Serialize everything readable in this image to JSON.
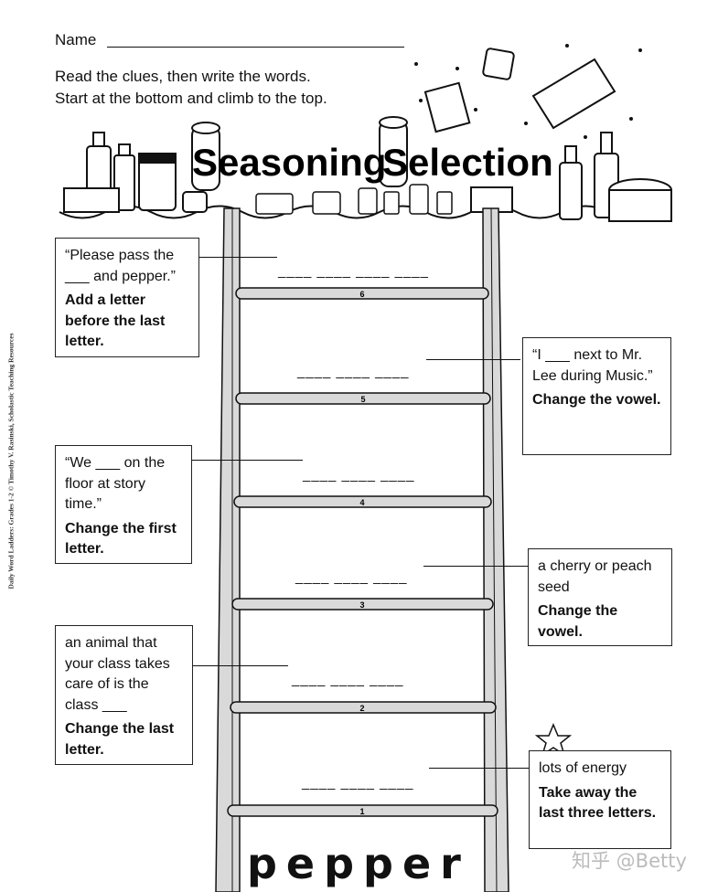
{
  "header": {
    "name_label": "Name",
    "instructions_line1": "Read the clues, then write the words.",
    "instructions_line2": "Start at the bottom and climb to the top.",
    "title_word1": "Seasoning",
    "title_word2": "Selection"
  },
  "side_credit": "Daily Word Ladders: Grades 1-2 © Timothy V. Rasinski, Scholastic Teaching Resources",
  "rungs": [
    "6",
    "5",
    "4",
    "3",
    "2",
    "1"
  ],
  "clues": {
    "c6": {
      "text": "“Please pass the ___ and pepper.”",
      "hint": "Add a letter before the last letter."
    },
    "c5": {
      "text": "“I ___ next to Mr. Lee during Music.”",
      "hint": "Change the vowel."
    },
    "c4": {
      "text": "“We ___ on the floor at story time.”",
      "hint": "Change the first letter."
    },
    "c3": {
      "text": "a cherry or peach seed",
      "hint": "Change the vowel."
    },
    "c2": {
      "text": "an animal that your class takes care of is the class ___",
      "hint": "Change the last letter."
    },
    "c1": {
      "text": "lots of energy",
      "hint": "Take away the last three letters."
    }
  },
  "blanks": {
    "b6": "____ ____ ____ ____",
    "b5": "____ ____ ____",
    "b4": "____ ____ ____",
    "b3": "____ ____ ____",
    "b2": "____ ____ ____",
    "b1": "____ ____ ____"
  },
  "base_word": "pepper",
  "watermark": "知乎 @Betty",
  "colors": {
    "ladder": "#d9d9d9",
    "ink": "#111111"
  }
}
